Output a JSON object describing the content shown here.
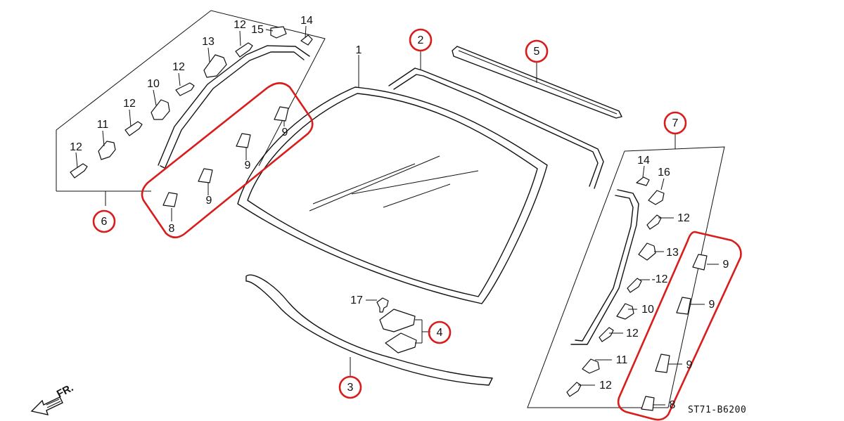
{
  "diagram_code": "ST71-B6200",
  "front_marker": "FR.",
  "circled_labels": {
    "c2": "2",
    "c3": "3",
    "c4": "4",
    "c5": "5",
    "c6": "6",
    "c7": "7"
  },
  "part_labels": {
    "p1": "1",
    "lg_12a": "12",
    "lg_11": "11",
    "lg_12b": "12",
    "lg_10": "10",
    "lg_12c": "12",
    "lg_13": "13",
    "lg_12d": "12",
    "lg_15": "15",
    "lg_14": "14",
    "lg_8": "8",
    "lg_9a": "9",
    "lg_9b": "9",
    "lg_9c": "9",
    "p17": "17",
    "rg_14": "14",
    "rg_16": "16",
    "rg_12a": "12",
    "rg_13": "13",
    "rg_12b": "-12",
    "rg_10": "10",
    "rg_12c": "12",
    "rg_11": "11",
    "rg_12d": "12",
    "rg_9a": "9",
    "rg_9b": "9",
    "rg_9c": "9",
    "rg_8": "8"
  }
}
